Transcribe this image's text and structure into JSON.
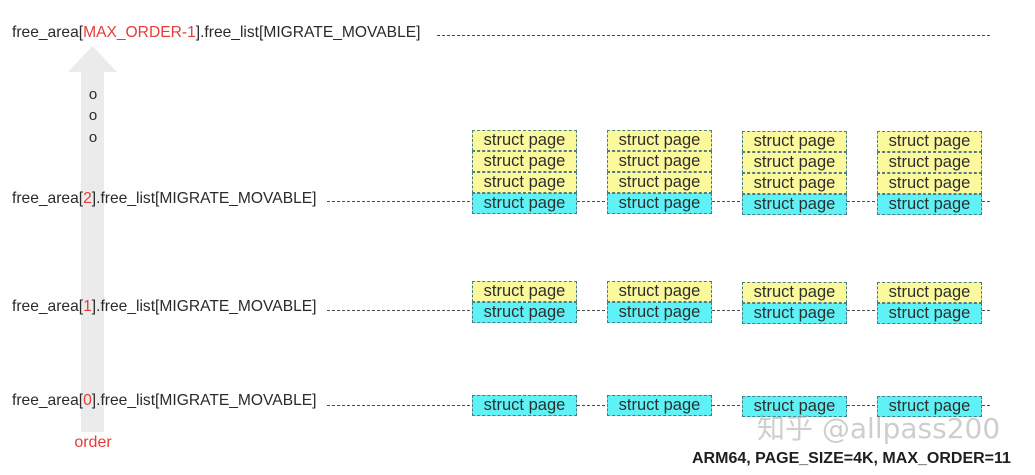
{
  "free_lists": [
    {
      "prefix": "free_area[",
      "order": "MAX_ORDER-1",
      "suffix": "].free_list[MIGRATE_MOVABLE]",
      "blocks": []
    },
    {
      "prefix": "free_area[",
      "order": "2",
      "suffix": "].free_list[MIGRATE_MOVABLE]",
      "blocks": [
        {
          "pages": [
            {
              "text": "struct page",
              "color": "yellow"
            },
            {
              "text": "struct page",
              "color": "yellow"
            },
            {
              "text": "struct page",
              "color": "yellow"
            },
            {
              "text": "struct page",
              "color": "cyan"
            }
          ]
        },
        {
          "pages": [
            {
              "text": "struct page",
              "color": "yellow"
            },
            {
              "text": "struct page",
              "color": "yellow"
            },
            {
              "text": "struct page",
              "color": "yellow"
            },
            {
              "text": "struct page",
              "color": "cyan"
            }
          ]
        },
        {
          "pages": [
            {
              "text": "struct page",
              "color": "yellow"
            },
            {
              "text": "struct page",
              "color": "yellow"
            },
            {
              "text": "struct page",
              "color": "yellow"
            },
            {
              "text": "struct page",
              "color": "cyan"
            }
          ]
        },
        {
          "pages": [
            {
              "text": "struct page",
              "color": "yellow"
            },
            {
              "text": "struct page",
              "color": "yellow"
            },
            {
              "text": "struct page",
              "color": "yellow"
            },
            {
              "text": "struct page",
              "color": "cyan"
            }
          ]
        }
      ]
    },
    {
      "prefix": "free_area[",
      "order": "1",
      "suffix": "].free_list[MIGRATE_MOVABLE]",
      "blocks": [
        {
          "pages": [
            {
              "text": "struct page",
              "color": "yellow"
            },
            {
              "text": "struct page",
              "color": "cyan"
            }
          ]
        },
        {
          "pages": [
            {
              "text": "struct page",
              "color": "yellow"
            },
            {
              "text": "struct page",
              "color": "cyan"
            }
          ]
        },
        {
          "pages": [
            {
              "text": "struct page",
              "color": "yellow"
            },
            {
              "text": "struct page",
              "color": "cyan"
            }
          ]
        },
        {
          "pages": [
            {
              "text": "struct page",
              "color": "yellow"
            },
            {
              "text": "struct page",
              "color": "cyan"
            }
          ]
        }
      ]
    },
    {
      "prefix": "free_area[",
      "order": "0",
      "suffix": "].free_list[MIGRATE_MOVABLE]",
      "blocks": [
        {
          "pages": [
            {
              "text": "struct page",
              "color": "cyan"
            }
          ]
        },
        {
          "pages": [
            {
              "text": "struct page",
              "color": "cyan"
            }
          ]
        },
        {
          "pages": [
            {
              "text": "struct page",
              "color": "cyan"
            }
          ]
        },
        {
          "pages": [
            {
              "text": "struct page",
              "color": "cyan"
            }
          ]
        }
      ]
    }
  ],
  "ellipsis": [
    "o",
    "o",
    "o"
  ],
  "axis_label": "order",
  "note": "ARM64, PAGE_SIZE=4K, MAX_ORDER=11",
  "watermark": "知乎 @allpass200",
  "colors": {
    "yellow": "#fbf99c",
    "cyan": "#5ef2f6",
    "highlight_red": "#e63b3b",
    "arrow": "#ebebeb"
  }
}
